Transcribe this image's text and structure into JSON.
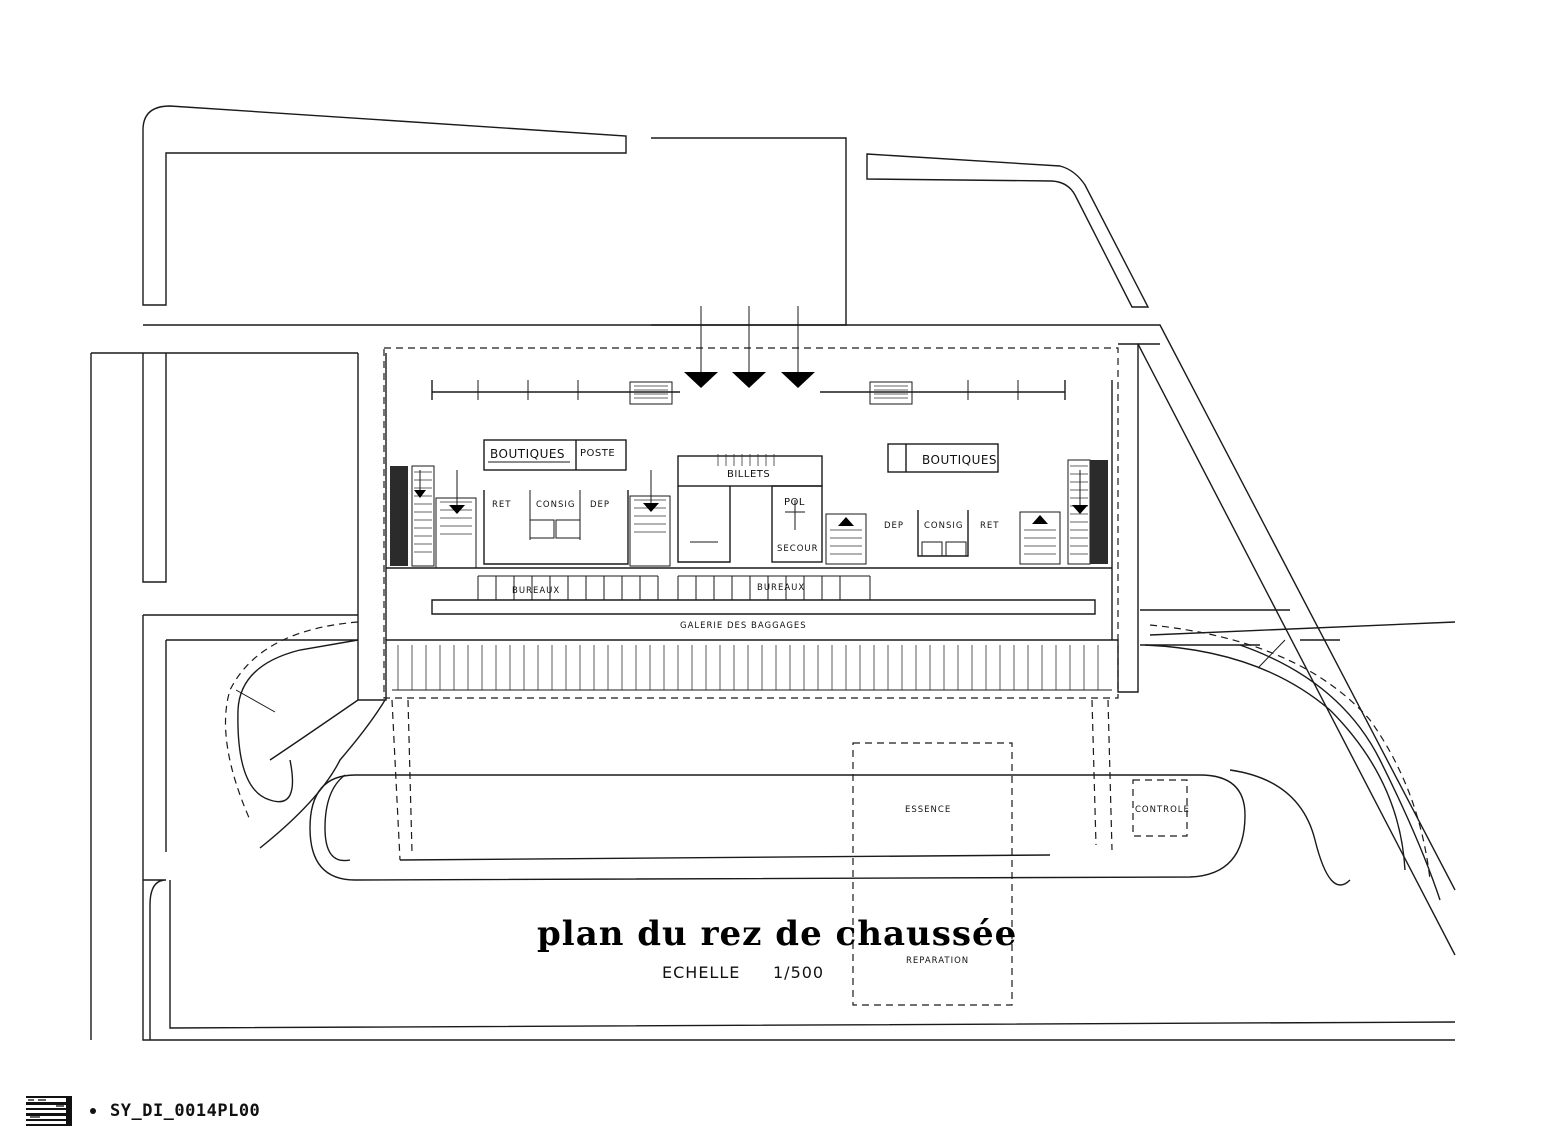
{
  "drawing": {
    "title": "plan du rez de chaussée",
    "scale_label": "ECHELLE",
    "scale_value": "1/500"
  },
  "rooms": {
    "boutiques_left": "BOUTIQUES",
    "poste": "POSTE",
    "billets": "BILLETS",
    "boutiques_right": "BOUTIQUES",
    "ret_left": "RET",
    "consig_left": "CONSIG",
    "dep_left": "DEP",
    "pol": "POL",
    "secour": "SECOUR",
    "dep_right": "DEP",
    "consig_right": "CONSIG",
    "ret_right": "RET",
    "bureaux_left": "BUREAUX",
    "bureaux_right": "BUREAUX",
    "galerie": "GALERIE DES BAGGAGES",
    "essence": "ESSENCE",
    "reparation": "REPARATION",
    "controle": "CONTROLE"
  },
  "footer": {
    "code": "SY_DI_0014PL00",
    "logo_icon": "archive-logo-icon"
  }
}
